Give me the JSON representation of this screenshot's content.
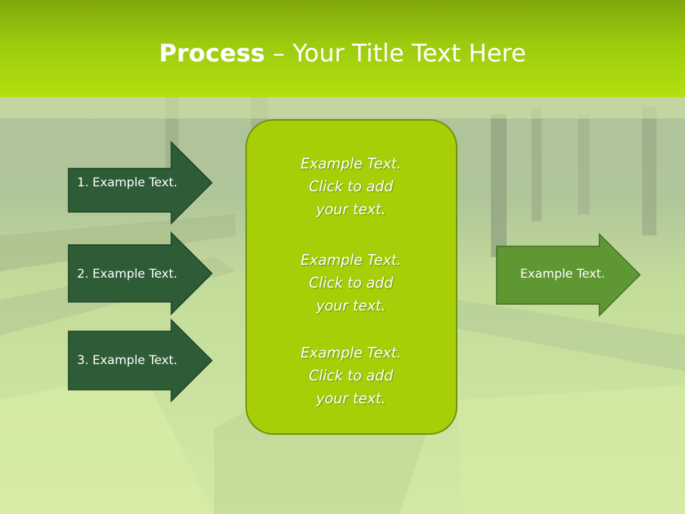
{
  "slide": {
    "title_bold": "Process",
    "title_rest": " – Your Title Text Here"
  },
  "steps": [
    {
      "label": "1. Example Text."
    },
    {
      "label": "2. Example Text."
    },
    {
      "label": "3. Example Text."
    }
  ],
  "center_box": {
    "paragraphs": [
      {
        "lines": [
          "Example Text.",
          "Click  to add",
          "your text."
        ]
      },
      {
        "lines": [
          "Example Text.",
          "Click  to add",
          "your text."
        ]
      },
      {
        "lines": [
          "Example Text.",
          "Click  to add",
          "your text."
        ]
      }
    ]
  },
  "output": {
    "label": "Example Text."
  },
  "colors": {
    "title_band": "#9ccb0f",
    "step_arrow_fill": "#2d5c36",
    "center_box_fill": "#a6cf08",
    "output_arrow_fill": "#5f9733",
    "background_tint": "#c3dd9b"
  }
}
